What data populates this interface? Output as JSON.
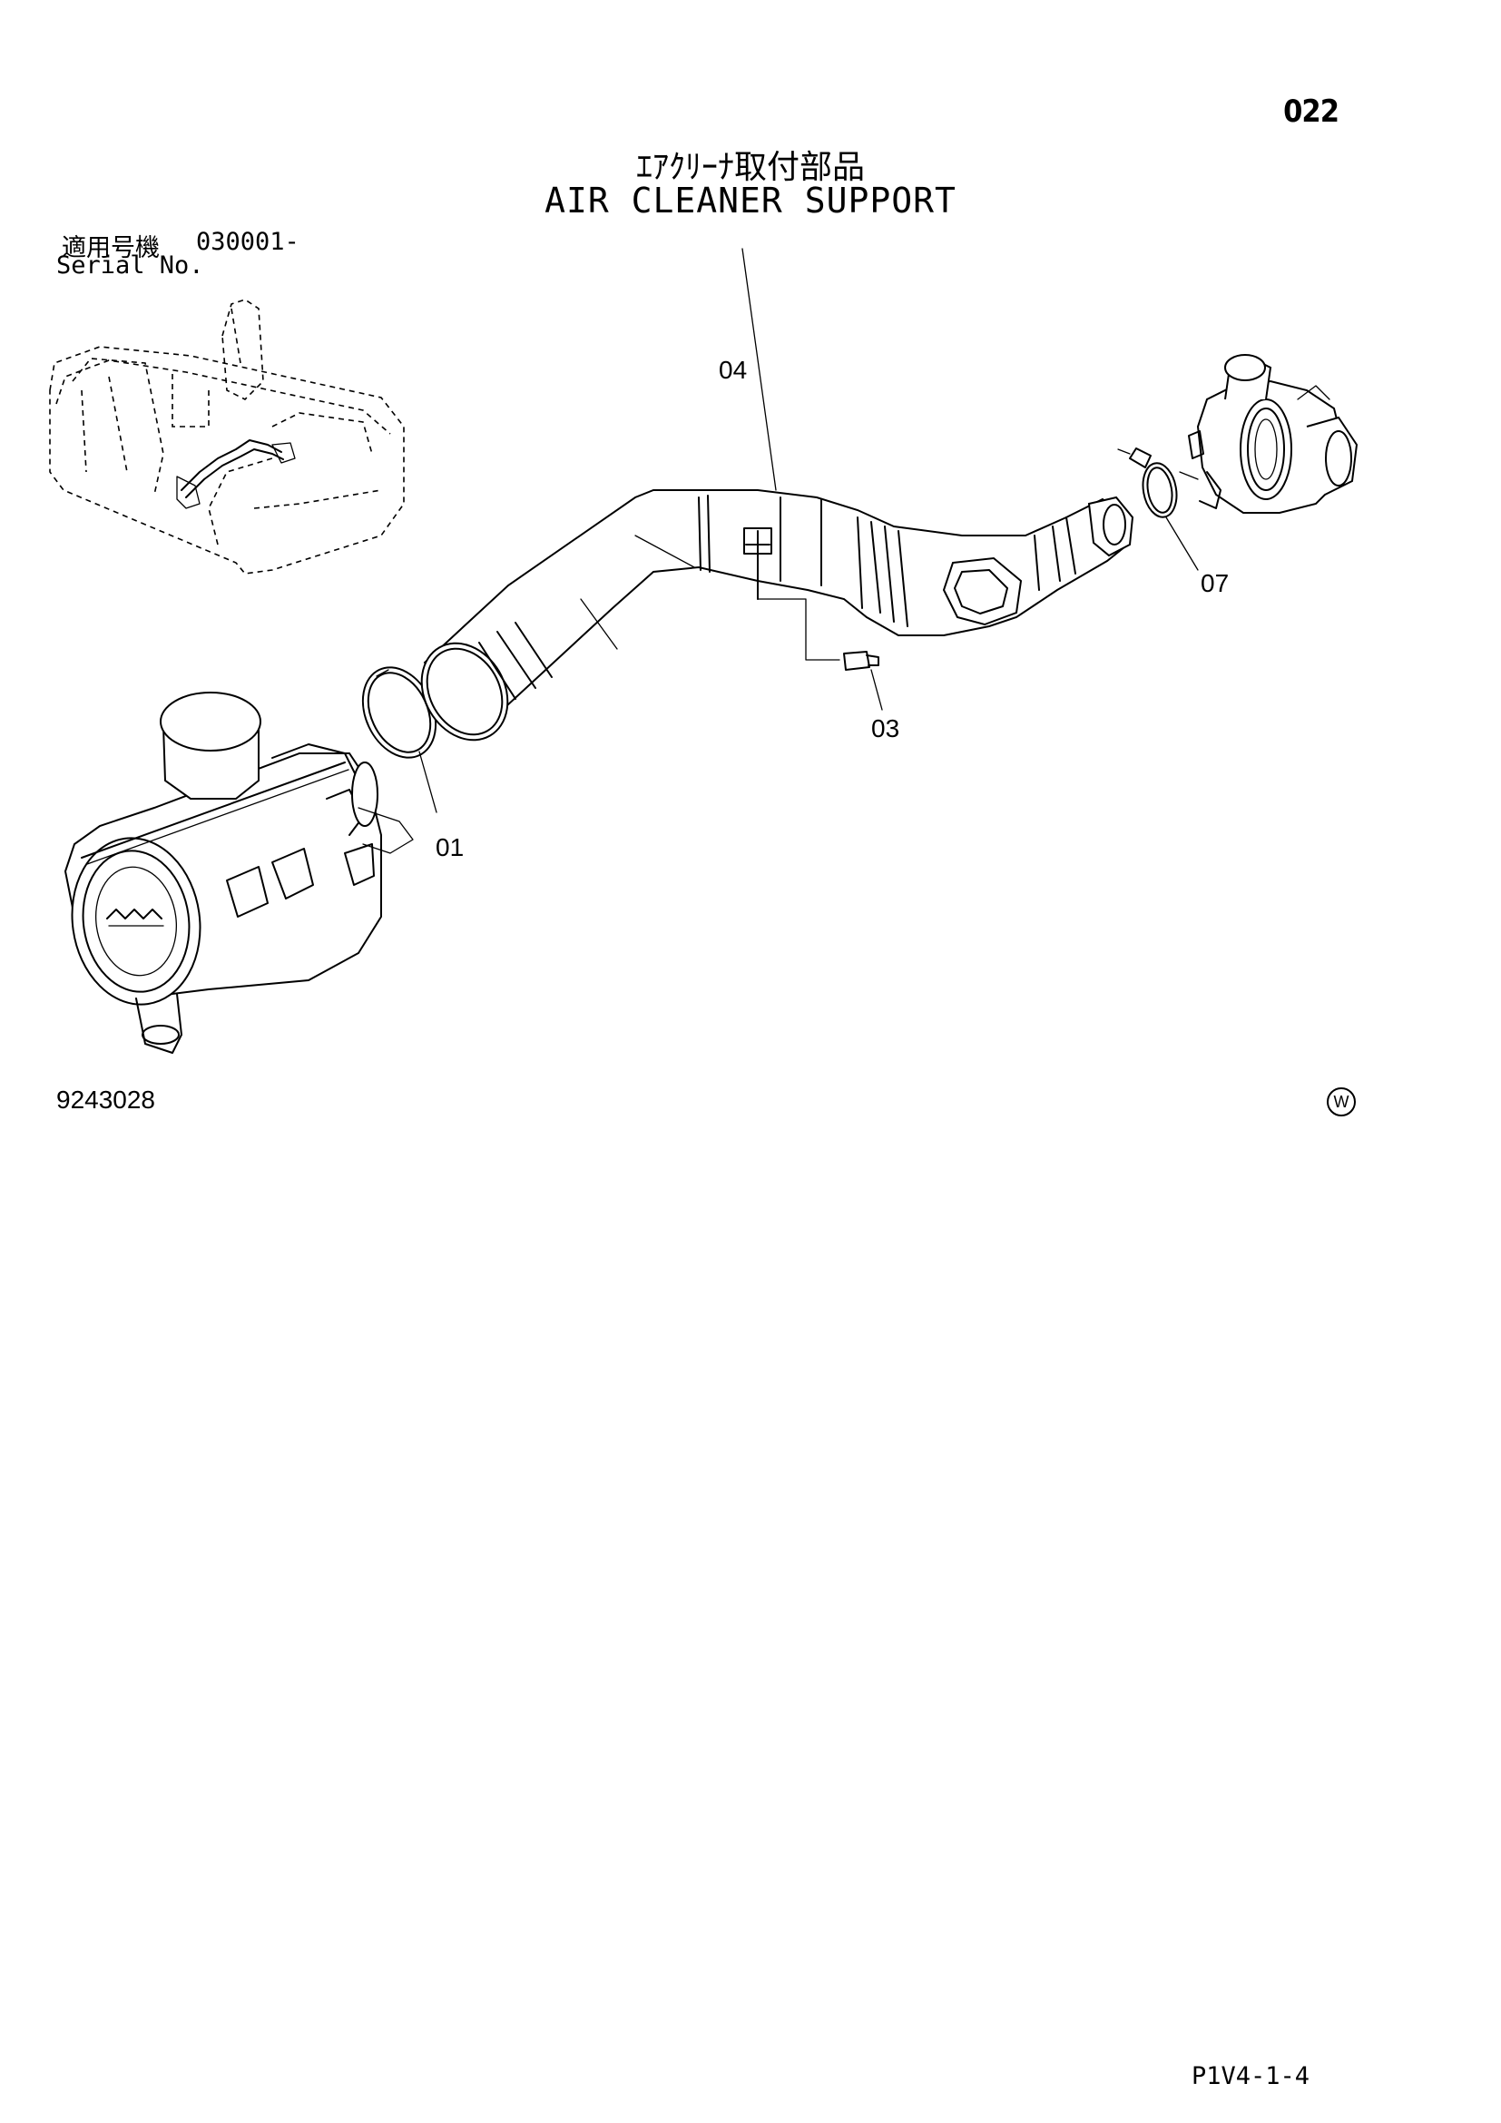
{
  "page_number": "022",
  "title_jp": "ｴｱｸﾘｰﾅ取付部品",
  "title_en": "AIR CLEANER SUPPORT",
  "serial": {
    "label_jp": "適用号機",
    "range": "030001-",
    "label_en": "Serial No."
  },
  "callouts": {
    "part_01": "01",
    "part_03": "03",
    "part_04": "04",
    "part_07": "07"
  },
  "figure_number": "9243028",
  "mark": "W",
  "page_code": "P1V4-1-4"
}
